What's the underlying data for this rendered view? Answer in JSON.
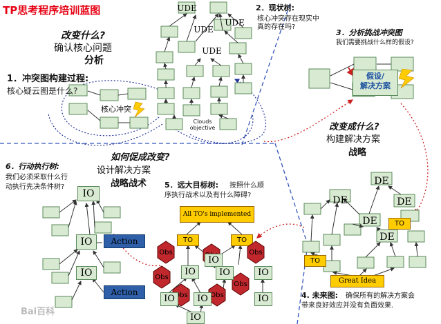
{
  "title": "TP思考程序培训蓝图",
  "q1": {
    "heading": "改变什么?",
    "sub": "确认核心问题",
    "strategy": "分析"
  },
  "step1": {
    "label": "1．冲突图构建过程:",
    "desc": "核心疑云图是什么?"
  },
  "core_conflict": "核心冲突",
  "clouds_objective": "Clouds\nobjective",
  "step2": {
    "label": "2．现状树:",
    "desc1": "核心冲突存在现实中",
    "desc2": "真的存在吗?"
  },
  "ude_labels": [
    "UDE",
    "UDE",
    "UDE",
    "UDE"
  ],
  "step3": {
    "label": "3．分析挑战冲突图",
    "desc": "我们需要挑战什么样的假设?"
  },
  "assumption_label": "假设/\n解决方案",
  "q2": {
    "heading": "改变成什么?",
    "sub": "构建解决方案",
    "strategy": "战略"
  },
  "q3": {
    "heading": "如何促成改变?",
    "sub": "设计解决方案",
    "strategy": "战略战术"
  },
  "step6": {
    "label": "6．行动执行树:",
    "desc1": "我们必须采取什么行",
    "desc2": "动执行先决条件树?"
  },
  "step5": {
    "label": "5．远大目标树:",
    "desc1": "按照什么顺",
    "desc2": "序执行战术以及有什么障碍?"
  },
  "all_tos": "All TO's implemented",
  "to_labels": [
    "TO",
    "TO",
    "TO",
    "TO"
  ],
  "obs_labels": [
    "Obs",
    "Obs",
    "Obs",
    "Obs",
    "Obs",
    "Obs",
    "Obs"
  ],
  "io_labels": [
    "IO",
    "IO",
    "IO",
    "IO",
    "IO",
    "IO",
    "IO",
    "IO",
    "IO",
    "IO",
    "IO"
  ],
  "action_labels": [
    "Action",
    "Action"
  ],
  "de_labels": [
    "DE",
    "DE",
    "DE",
    "DE",
    "DE"
  ],
  "great_idea": "Great Idea",
  "step4": {
    "label": "4. 未来图:",
    "desc1": "确保所有的解决方案会",
    "desc2": "带来良好效应并没有负面效果."
  },
  "watermark": "Bai百科",
  "colors": {
    "title": "#e60012",
    "box_fill": "#d9ead3",
    "box_stroke": "#5a8a5a",
    "to_fill": "#ffcc00",
    "obs_fill": "#c0282d",
    "action_fill": "#2e5fa8",
    "dash_blue": "#3355bb",
    "dot_red": "#cc2222"
  }
}
